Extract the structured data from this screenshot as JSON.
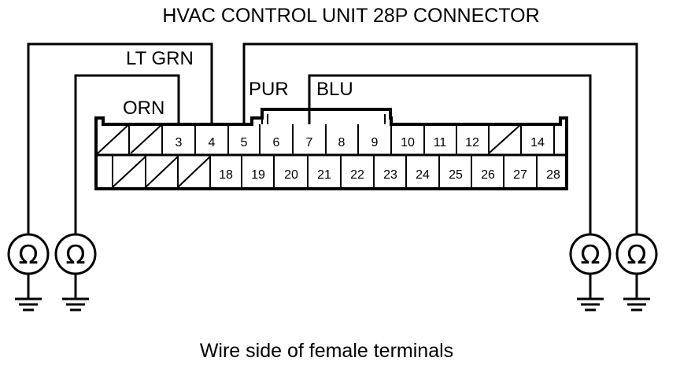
{
  "diagram": {
    "title": "HVAC CONTROL UNIT 28P CONNECTOR",
    "caption": "Wire side of female terminals",
    "wire_labels": {
      "lt_grn": "LT GRN",
      "orn": "ORN",
      "pur": "PUR",
      "blu": "BLU"
    },
    "top_row_pins": [
      "3",
      "4",
      "5",
      "6",
      "7",
      "8",
      "9",
      "10",
      "11",
      "12",
      "14"
    ],
    "bottom_row_pins": [
      "18",
      "19",
      "20",
      "21",
      "22",
      "23",
      "24",
      "25",
      "26",
      "27",
      "28"
    ],
    "ohmmeter_symbol": "Ω"
  }
}
